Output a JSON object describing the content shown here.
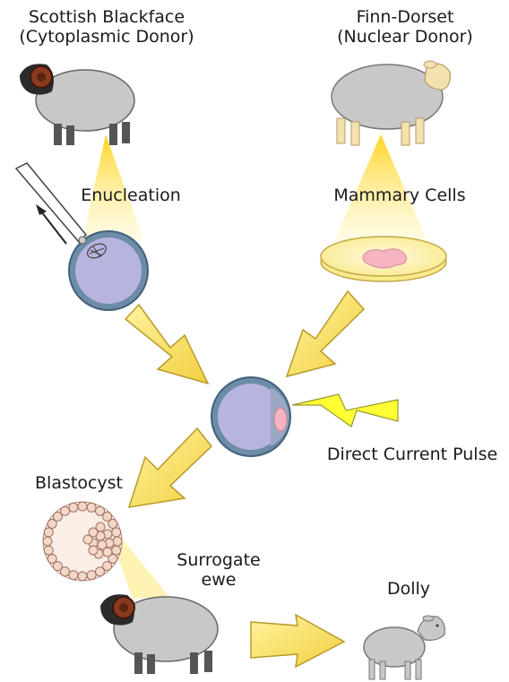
{
  "labels": {
    "cytoplasmic_donor_breed": "Scottish Blackface",
    "cytoplasmic_donor_role": "(Cytoplasmic Donor)",
    "nuclear_donor_breed": "Finn-Dorset",
    "nuclear_donor_role": "(Nuclear Donor)",
    "enucleation": "Enucleation",
    "mammary_cells": "Mammary Cells",
    "direct_current_pulse": "Direct Current Pulse",
    "blastocyst": "Blastocyst",
    "surrogate_line1": "Surrogate",
    "surrogate_line2": "ewe",
    "dolly": "Dolly"
  },
  "colors": {
    "beam_yellow": "#ffe566",
    "arrow_yellow": "#f7d95a",
    "arrow_stroke": "#b89a2a",
    "wool_grey": "#c8c8c8",
    "sheep_outline": "#555555",
    "blackface_head": "#8b3a1e",
    "finn_face": "#f3e1b0",
    "cell_blue": "#b7b5e0",
    "cell_membrane": "#6c8ca8",
    "nucleus_pink": "#f6b3c0",
    "dish_yellow": "#fbf3b5"
  }
}
